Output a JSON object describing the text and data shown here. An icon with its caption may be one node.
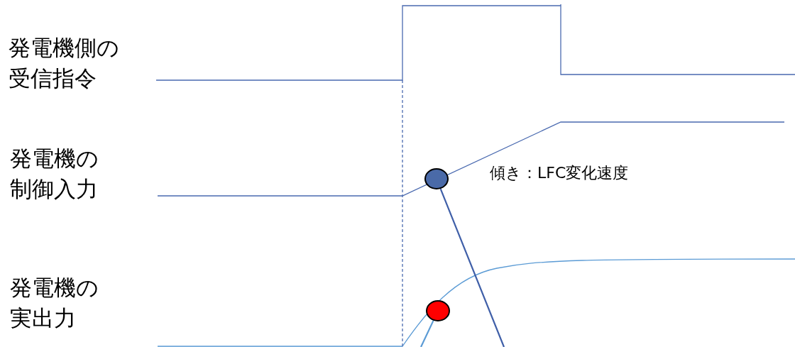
{
  "diagram": {
    "nodes": [
      {
        "text": [],
        "shape": "circle"
      },
      {
        "text": [],
        "shape": "circle"
      }
    ],
    "edges": [
      {
        "from": 0,
        "to": null,
        "arrow": "none",
        "color": "#3f5fa8"
      },
      {
        "from": 1,
        "to": null,
        "arrow": "none",
        "color": "#5b9bd5"
      }
    ],
    "labels": [
      "発電機側の受信指令",
      "発電機の制御入力",
      "発電機の実出力",
      "傾き：LFC変化速度"
    ]
  }
}
